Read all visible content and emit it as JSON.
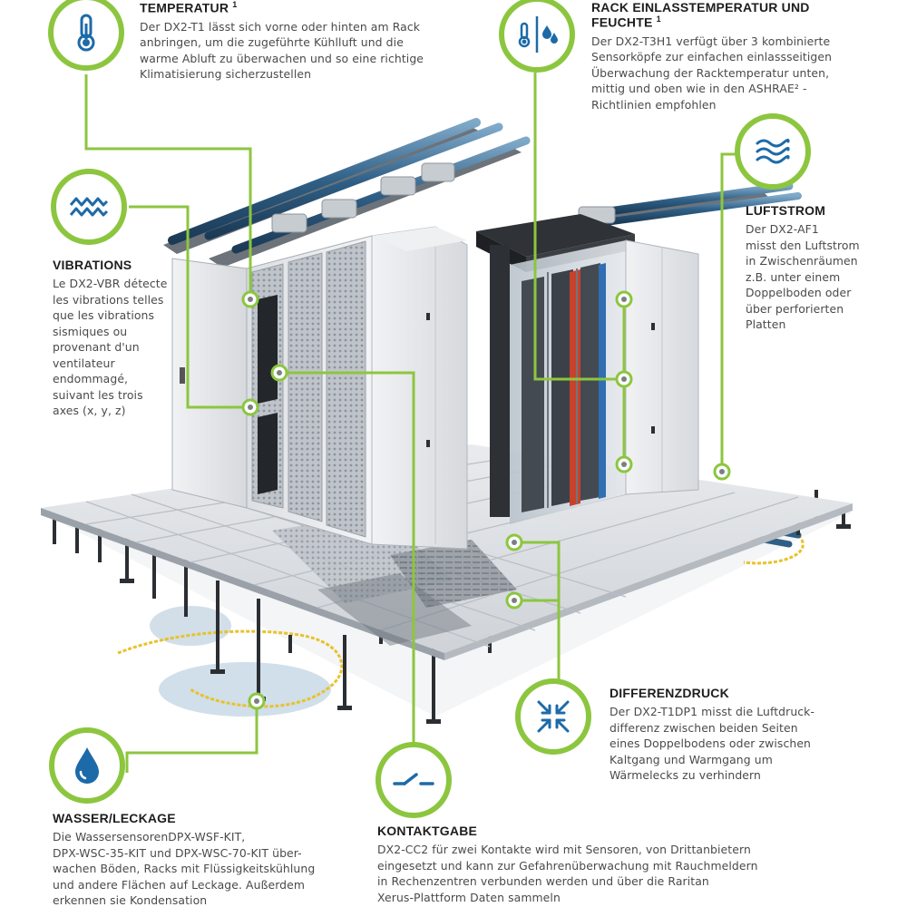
{
  "colors": {
    "accent": "#8cc63f",
    "icon_blue": "#1d6aa8",
    "heading": "#1e1e1e",
    "body": "#4a4a4a"
  },
  "sections": {
    "temperature": {
      "icon": "thermometer-icon",
      "title": "TEMPERATUR",
      "footnote": "1",
      "text": "Der DX2-T1 lässt sich vorne oder hinten am Rack\nanbringen, um die zugeführte Kühlluft und die\nwarme Abluft zu überwachen und so eine richtige\nKlimatisierung sicherzustellen"
    },
    "rack_inlet": {
      "icon": "thermometer-humidity-icon",
      "title": "RACK EINLASSTEMPERATUR UND FEUCHTE",
      "footnote": "1",
      "text": "Der DX2-T3H1 verfügt über 3 kombinierte\nSensorköpfe zur einfachen einlassseitigen\nÜberwachung der Racktemperatur unten,\nmittig und oben wie in den ASHRAE² -\nRichtlinien empfohlen"
    },
    "airflow": {
      "icon": "airflow-waves-icon",
      "title": "LUFTSTROM",
      "text": "Der DX2-AF1\nmisst den Luftstrom\nin Zwischenräumen\nz.B. unter einem\nDoppelboden oder\nüber perforierten\nPlatten"
    },
    "vibration": {
      "icon": "vibration-waves-icon",
      "title": "VIBRATIONS",
      "text": "Le DX2-VBR détecte\nles vibrations telles\nque les vibrations\nsismiques ou\nprovenant d'un\nventilateur\nendommagé,\nsuivant les trois\naxes (x, y, z)"
    },
    "pressure": {
      "icon": "pressure-arrows-icon",
      "title": "DIFFERENZDRUCK",
      "text": "Der DX2-T1DP1 misst die Luftdruck-\ndifferenz zwischen beiden Seiten\neines Doppelbodens oder zwischen\nKaltgang und Warmgang um\nWärmelecks zu verhindern"
    },
    "contact": {
      "icon": "contact-switch-icon",
      "title": "KONTAKTGABE",
      "text": "DX2-CC2 für zwei Kontakte wird mit Sensoren, von Drittanbietern\neingesetzt und kann zur Gefahrenüberwachung mit Rauchmeldern\nin Rechenzentren verbunden werden und über die Raritan\nXerus-Plattform Daten sammeln"
    },
    "water": {
      "icon": "water-drop-icon",
      "title": "WASSER/LECKAGE",
      "text": "Die WassersensorenDPX-WSF-KIT,\nDPX-WSC-35-KIT und DPX-WSC-70-KIT über-\nwachen Böden, Racks mit Flüssigkeitskühlung\nund andere Flächen auf Leckage. Außerdem\nerkennen sie Kondensation"
    }
  }
}
